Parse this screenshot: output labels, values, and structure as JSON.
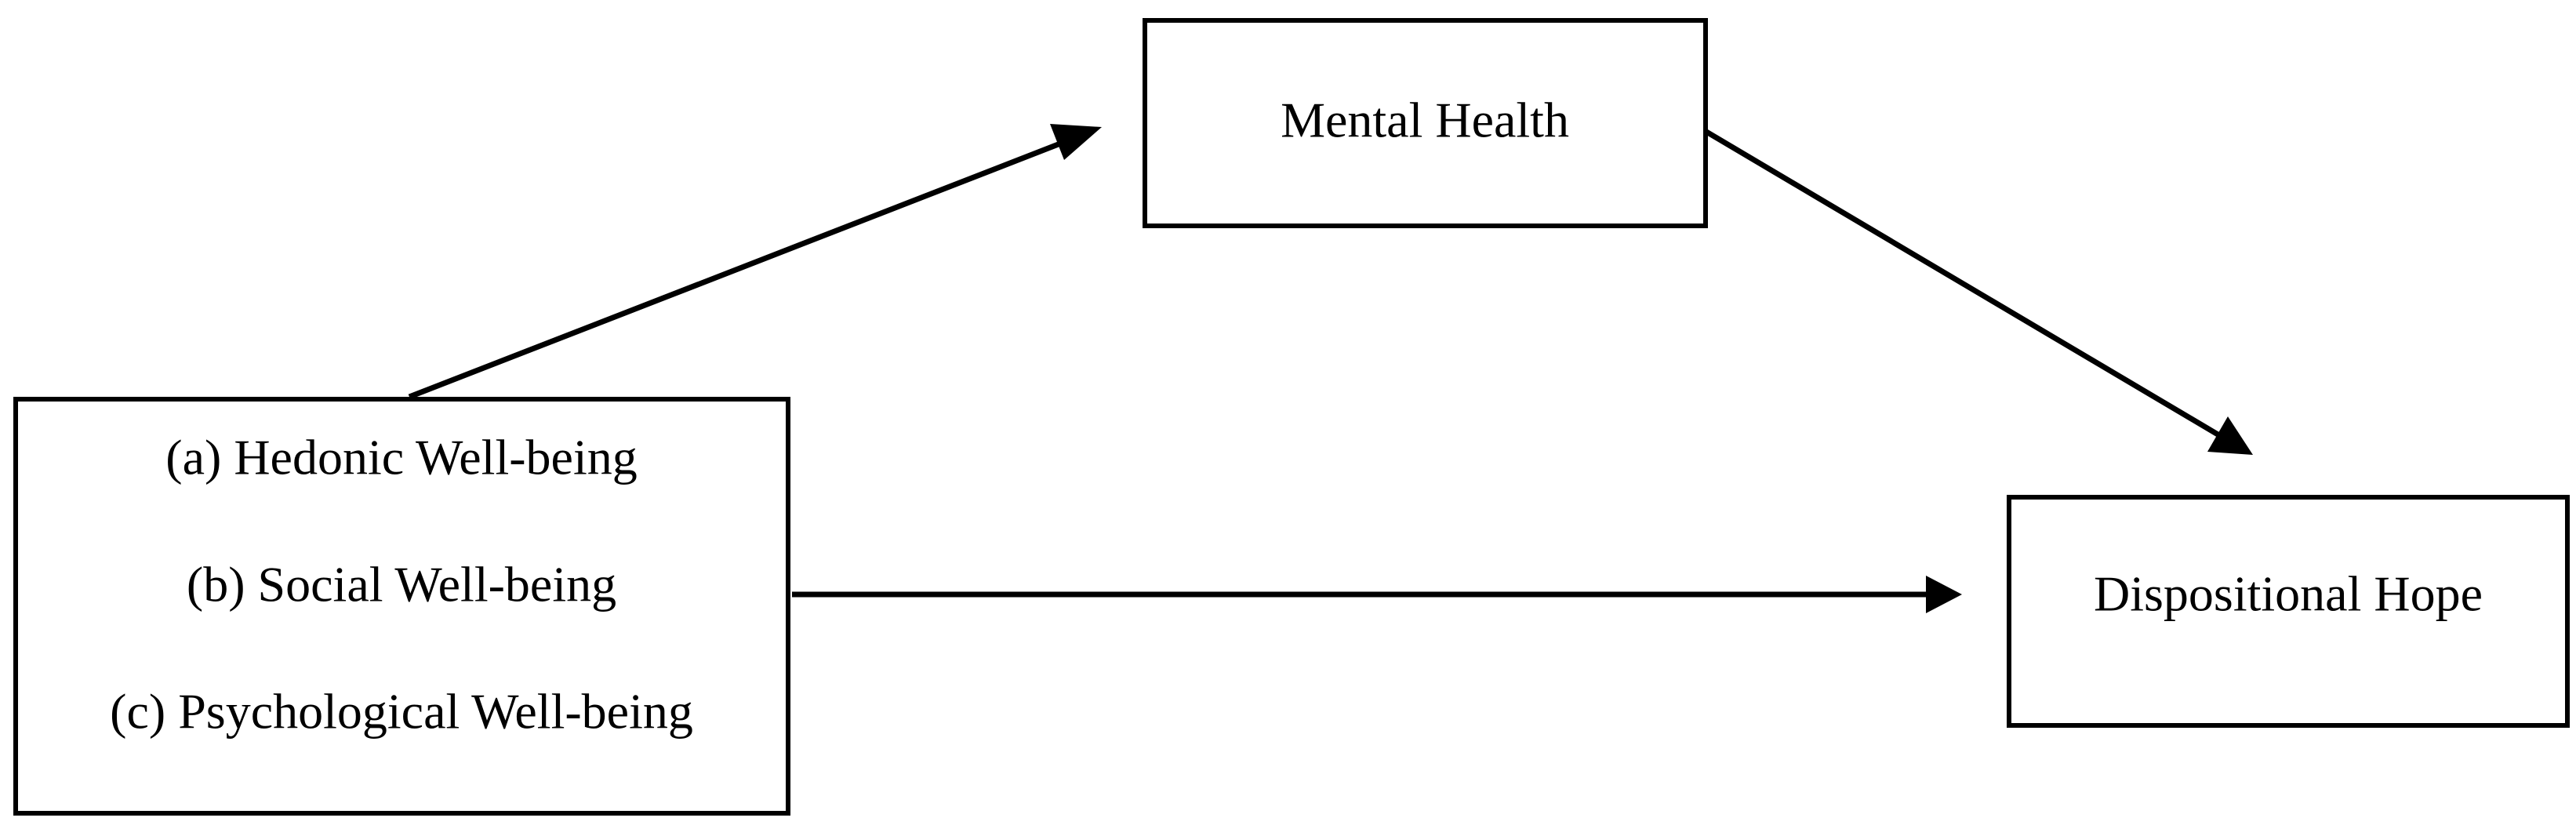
{
  "nodes": {
    "mental_health": {
      "label": "Mental Health"
    },
    "dispositional_hope": {
      "label": "Dispositional Hope"
    },
    "well_being": {
      "lines": [
        "(a) Hedonic Well-being",
        "(b) Social Well-being",
        "(c) Psychological Well-being"
      ]
    }
  },
  "edges": [
    {
      "from": "well_being",
      "to": "mental_health"
    },
    {
      "from": "mental_health",
      "to": "dispositional_hope"
    },
    {
      "from": "well_being",
      "to": "dispositional_hope"
    }
  ],
  "colors": {
    "stroke": "#000000",
    "background": "#ffffff"
  }
}
